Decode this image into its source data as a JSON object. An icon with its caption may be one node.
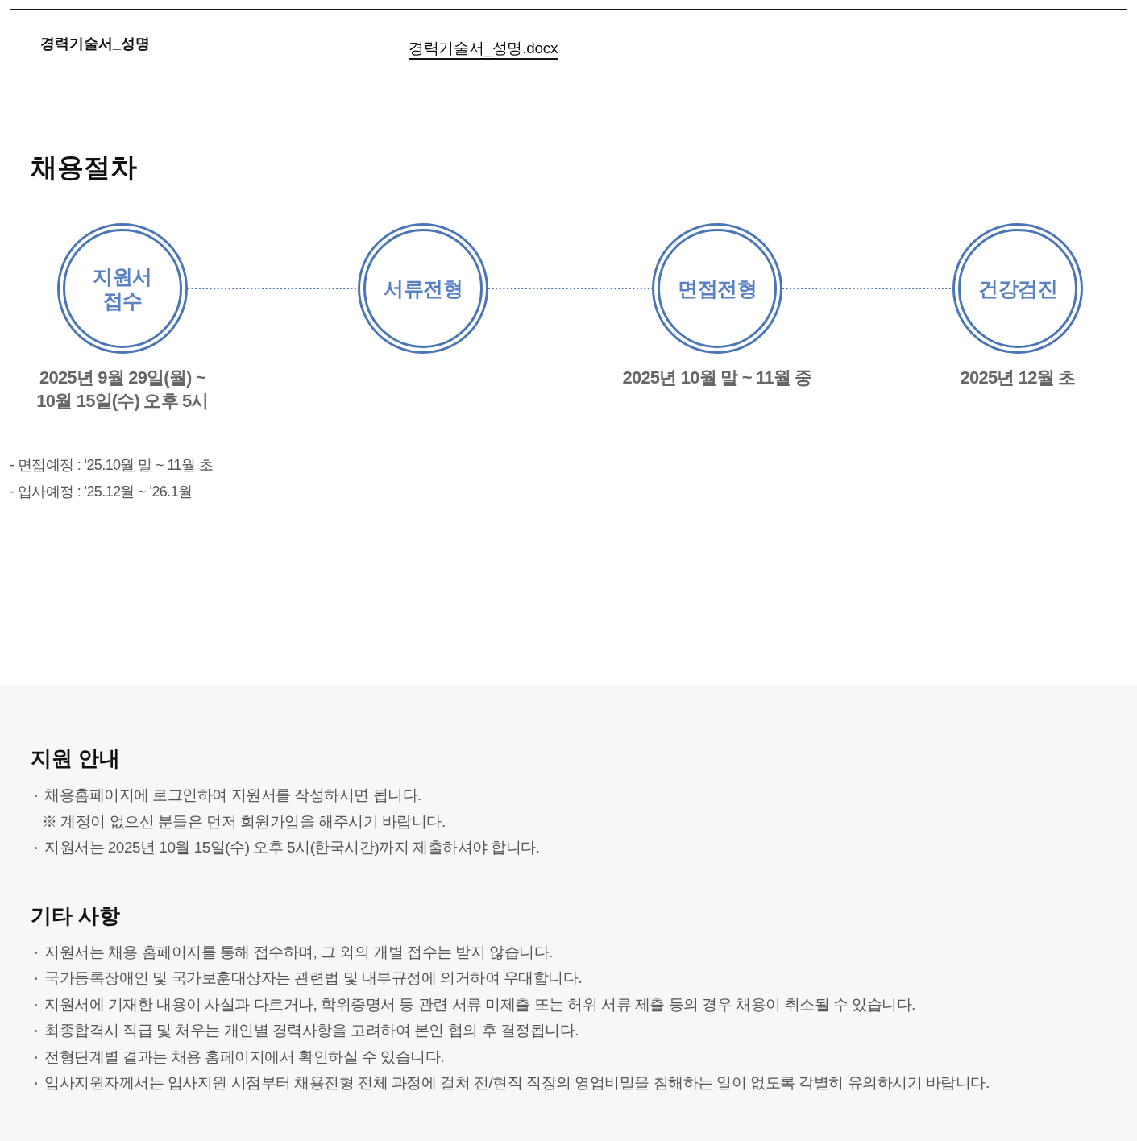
{
  "diagram": {
    "title": "채용절차",
    "nodes": [
      {
        "text": [
          "지원서 접수"
        ],
        "beside": [
          "2025년 9월 29일(월) ~ 10월 15일(수) 오후 5시"
        ]
      },
      {
        "text": [
          "서류전형"
        ]
      },
      {
        "text": [
          "면접전형"
        ],
        "beside": [
          "2025년 10월 말 ~ 11월 중"
        ]
      },
      {
        "text": [
          "건강검진"
        ],
        "beside": [
          "2025년 12월 초"
        ]
      }
    ],
    "edges": [
      {
        "from": 0,
        "to": 1,
        "arrow": "none",
        "style": "dashed"
      },
      {
        "from": 1,
        "to": 2,
        "arrow": "none",
        "style": "dashed"
      },
      {
        "from": 2,
        "to": 3,
        "arrow": "none",
        "style": "dashed"
      }
    ],
    "labels": [
      "경력기술서_성명",
      "경력기술서_성명.docx",
      "- 면접예정 : '25.10월 말 ~ 11월 초",
      "- 입사예정 : '25.12월 ~ '26.1월",
      "지원 안내",
      "채용홈페이지에 로그인하여 지원서를 작성하시면 됩니다.",
      "※ 계정이 없으신 분들은 먼저 회원가입을 해주시기 바랍니다.",
      "지원서는 2025년 10월 15일(수) 오후 5시(한국시간)까지 제출하셔야 합니다.",
      "기타 사항",
      "지원서는 채용 홈페이지를 통해 접수하며, 그 외의 개별 접수는 받지 않습니다.",
      "국가등록장애인 및 국가보훈대상자는 관련법 및 내부규정에 의거하여 우대합니다.",
      "지원서에 기재한 내용이 사실과 다르거나, 학위증명서 등 관련 서류 미제출 또는 허위 서류 제출 등의 경우 채용이 취소될 수 있습니다.",
      "최종합격시 직급 및 처우는 개인별 경력사항을 고려하여 본인 협의 후 결정됩니다.",
      "전형단계별 결과는 채용 홈페이지에서 확인하실 수 있습니다.",
      "입사지원자께서는 입사지원 시점부터 채용전형 전체 과정에 걸쳐 전/현직 직장의 영업비밀을 침해하는 일이 없도록 각별히 유의하시기 바랍니다."
    ]
  }
}
